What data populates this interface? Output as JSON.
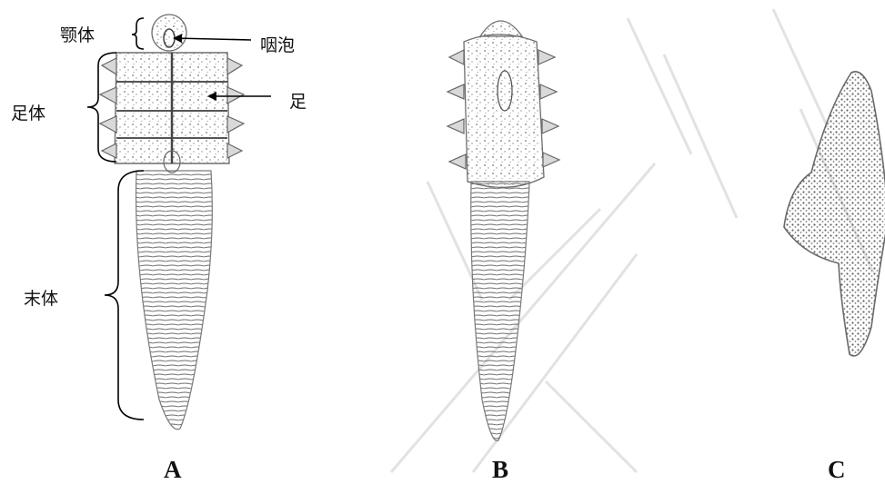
{
  "labels": {
    "gnathosoma": "颚体",
    "pharyngeal_bulb": "咽泡",
    "podosoma": "足体",
    "leg": "足",
    "opisthosoma": "末体"
  },
  "captions": {
    "a": "A",
    "b": "B",
    "c": "C"
  },
  "watermark_color": "#c8c8c8"
}
